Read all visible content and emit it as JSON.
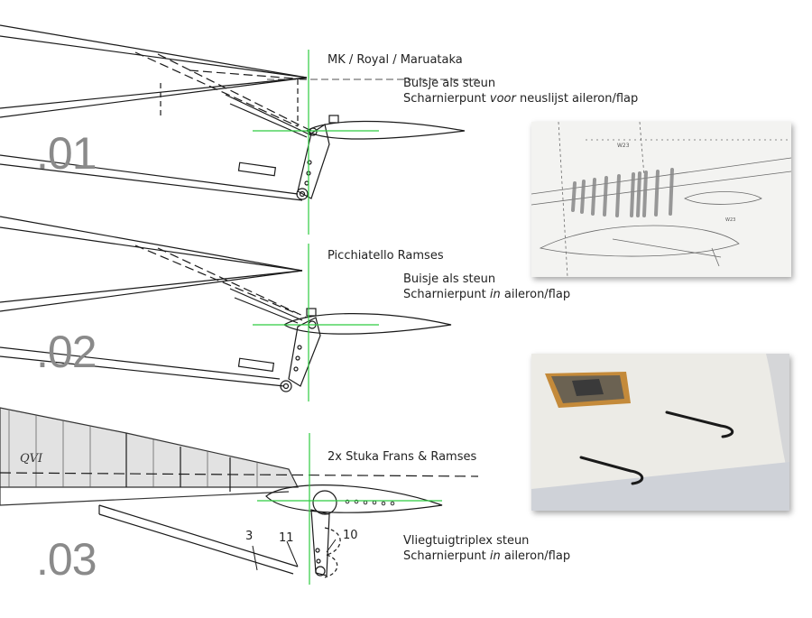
{
  "colors": {
    "guide": "#2ecc40",
    "line": "#1a1a1a",
    "number": "#8a8a8a"
  },
  "sections": [
    {
      "number": ".01",
      "title": "MK / Royal / Maruataka",
      "line1": "Buisje als steun",
      "line2_pre": "Scharnierpunt ",
      "line2_em": "voor",
      "line2_post": " neuslijst aileron/flap"
    },
    {
      "number": ".02",
      "title": "Picchiatello Ramses",
      "line1": "Buisje als steun",
      "line2_pre": "Scharnierpunt ",
      "line2_em": "in",
      "line2_post": " aileron/flap"
    },
    {
      "number": ".03",
      "title": "2x Stuka Frans & Ramses",
      "line1": "Vliegtuigtriplex steun",
      "line2_pre": "Scharnierpunt ",
      "line2_em": "in",
      "line2_post": " aileron/flap"
    }
  ],
  "drawing_labels": {
    "qvi": "QVI",
    "part_3": "3",
    "part_11": "11",
    "part_10": "10"
  },
  "photo_labels": {
    "w23": "W23",
    "w23b": "W23"
  }
}
